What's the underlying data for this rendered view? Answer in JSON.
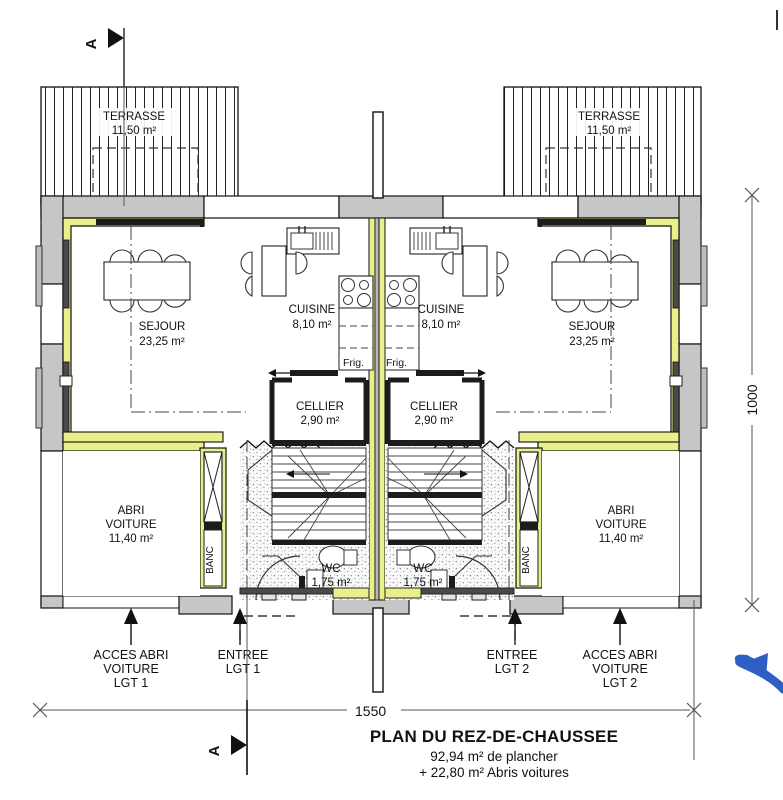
{
  "meta": {
    "drawing_type": "architectural-floor-plan",
    "language": "fr"
  },
  "colors": {
    "insulation_yellow": "#e9ef8b",
    "wall_grey": "#c6c6c6",
    "wall_dark": "#3c3c3c",
    "line_black": "#111111",
    "hall_speckle": "#f2f2f2",
    "blue_arrow": "#2f5fc4",
    "paper": "#ffffff"
  },
  "section_markers": {
    "top": {
      "letter": "A",
      "name": "section-marker-a-top"
    },
    "bottom": {
      "letter": "A",
      "name": "section-marker-a-bottom"
    }
  },
  "rooms": {
    "terrasse_left": {
      "label": "TERRASSE",
      "area": "11,50 m²"
    },
    "terrasse_right": {
      "label": "TERRASSE",
      "area": "11,50 m²"
    },
    "sejour_left": {
      "label": "SEJOUR",
      "area": "23,25 m²"
    },
    "sejour_right": {
      "label": "SEJOUR",
      "area": "23,25 m²"
    },
    "cuisine_left": {
      "label": "CUISINE",
      "area": "8,10 m²"
    },
    "cuisine_right": {
      "label": "CUISINE",
      "area": "8,10 m²"
    },
    "cellier_left": {
      "label": "CELLIER",
      "area": "2,90 m²"
    },
    "cellier_right": {
      "label": "CELLIER",
      "area": "2,90 m²"
    },
    "wc_left": {
      "label": "WC",
      "area": "1,75 m²"
    },
    "wc_right": {
      "label": "WC",
      "area": "1,75 m²"
    },
    "abri_left": {
      "label_line1": "ABRI",
      "label_line2": "VOITURE",
      "area": "11,40 m²"
    },
    "abri_right": {
      "label_line1": "ABRI",
      "label_line2": "VOITURE",
      "area": "11,40 m²"
    }
  },
  "fixtures": {
    "frigo_left": "Frig.",
    "frigo_right": "Frig.",
    "banc_left": "BANC",
    "banc_right": "BANC"
  },
  "annotations": {
    "acces_abri_left": {
      "line1": "ACCES ABRI",
      "line2": "VOITURE",
      "line3": "LGT 1"
    },
    "entree_left": {
      "line1": "ENTREE",
      "line2": "LGT 1"
    },
    "entree_right": {
      "line1": "ENTREE",
      "line2": "LGT 2"
    },
    "acces_abri_right": {
      "line1": "ACCES ABRI",
      "line2": "VOITURE",
      "line3": "LGT 2"
    }
  },
  "dimensions": {
    "bottom": {
      "value": "1550",
      "name": "overall-width-dimension"
    },
    "right": {
      "value": "1000",
      "name": "overall-depth-dimension"
    }
  },
  "title_block": {
    "title": "PLAN DU REZ-DE-CHAUSSEE",
    "sub1": "92,94 m² de plancher",
    "sub2": "+ 22,80 m² Abris voitures"
  }
}
